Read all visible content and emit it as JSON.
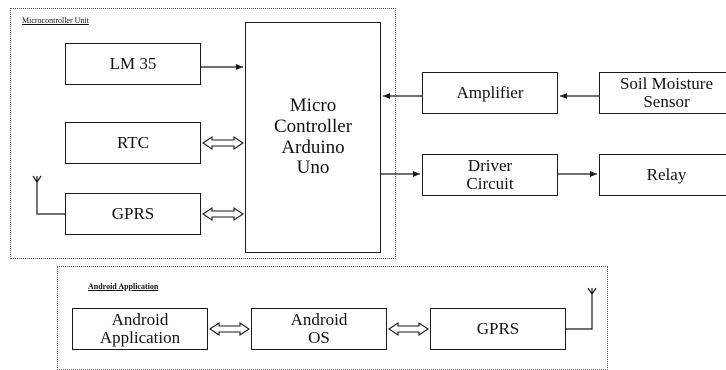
{
  "groups": {
    "microcontroller_unit": "Microcontroller Unit",
    "android_application": "Android Application"
  },
  "blocks": {
    "lm35": "LM 35",
    "rtc": "RTC",
    "gprs_top": "GPRS",
    "mcu": "Micro\nController\nArduino\nUno",
    "amplifier": "Amplifier",
    "soil_sensor": "Soil Moisture\nSensor",
    "driver_circuit": "Driver\nCircuit",
    "relay": "Relay",
    "android_app": "Android\nApplication",
    "android_os": "Android\nOS",
    "gprs_bottom": "GPRS"
  }
}
